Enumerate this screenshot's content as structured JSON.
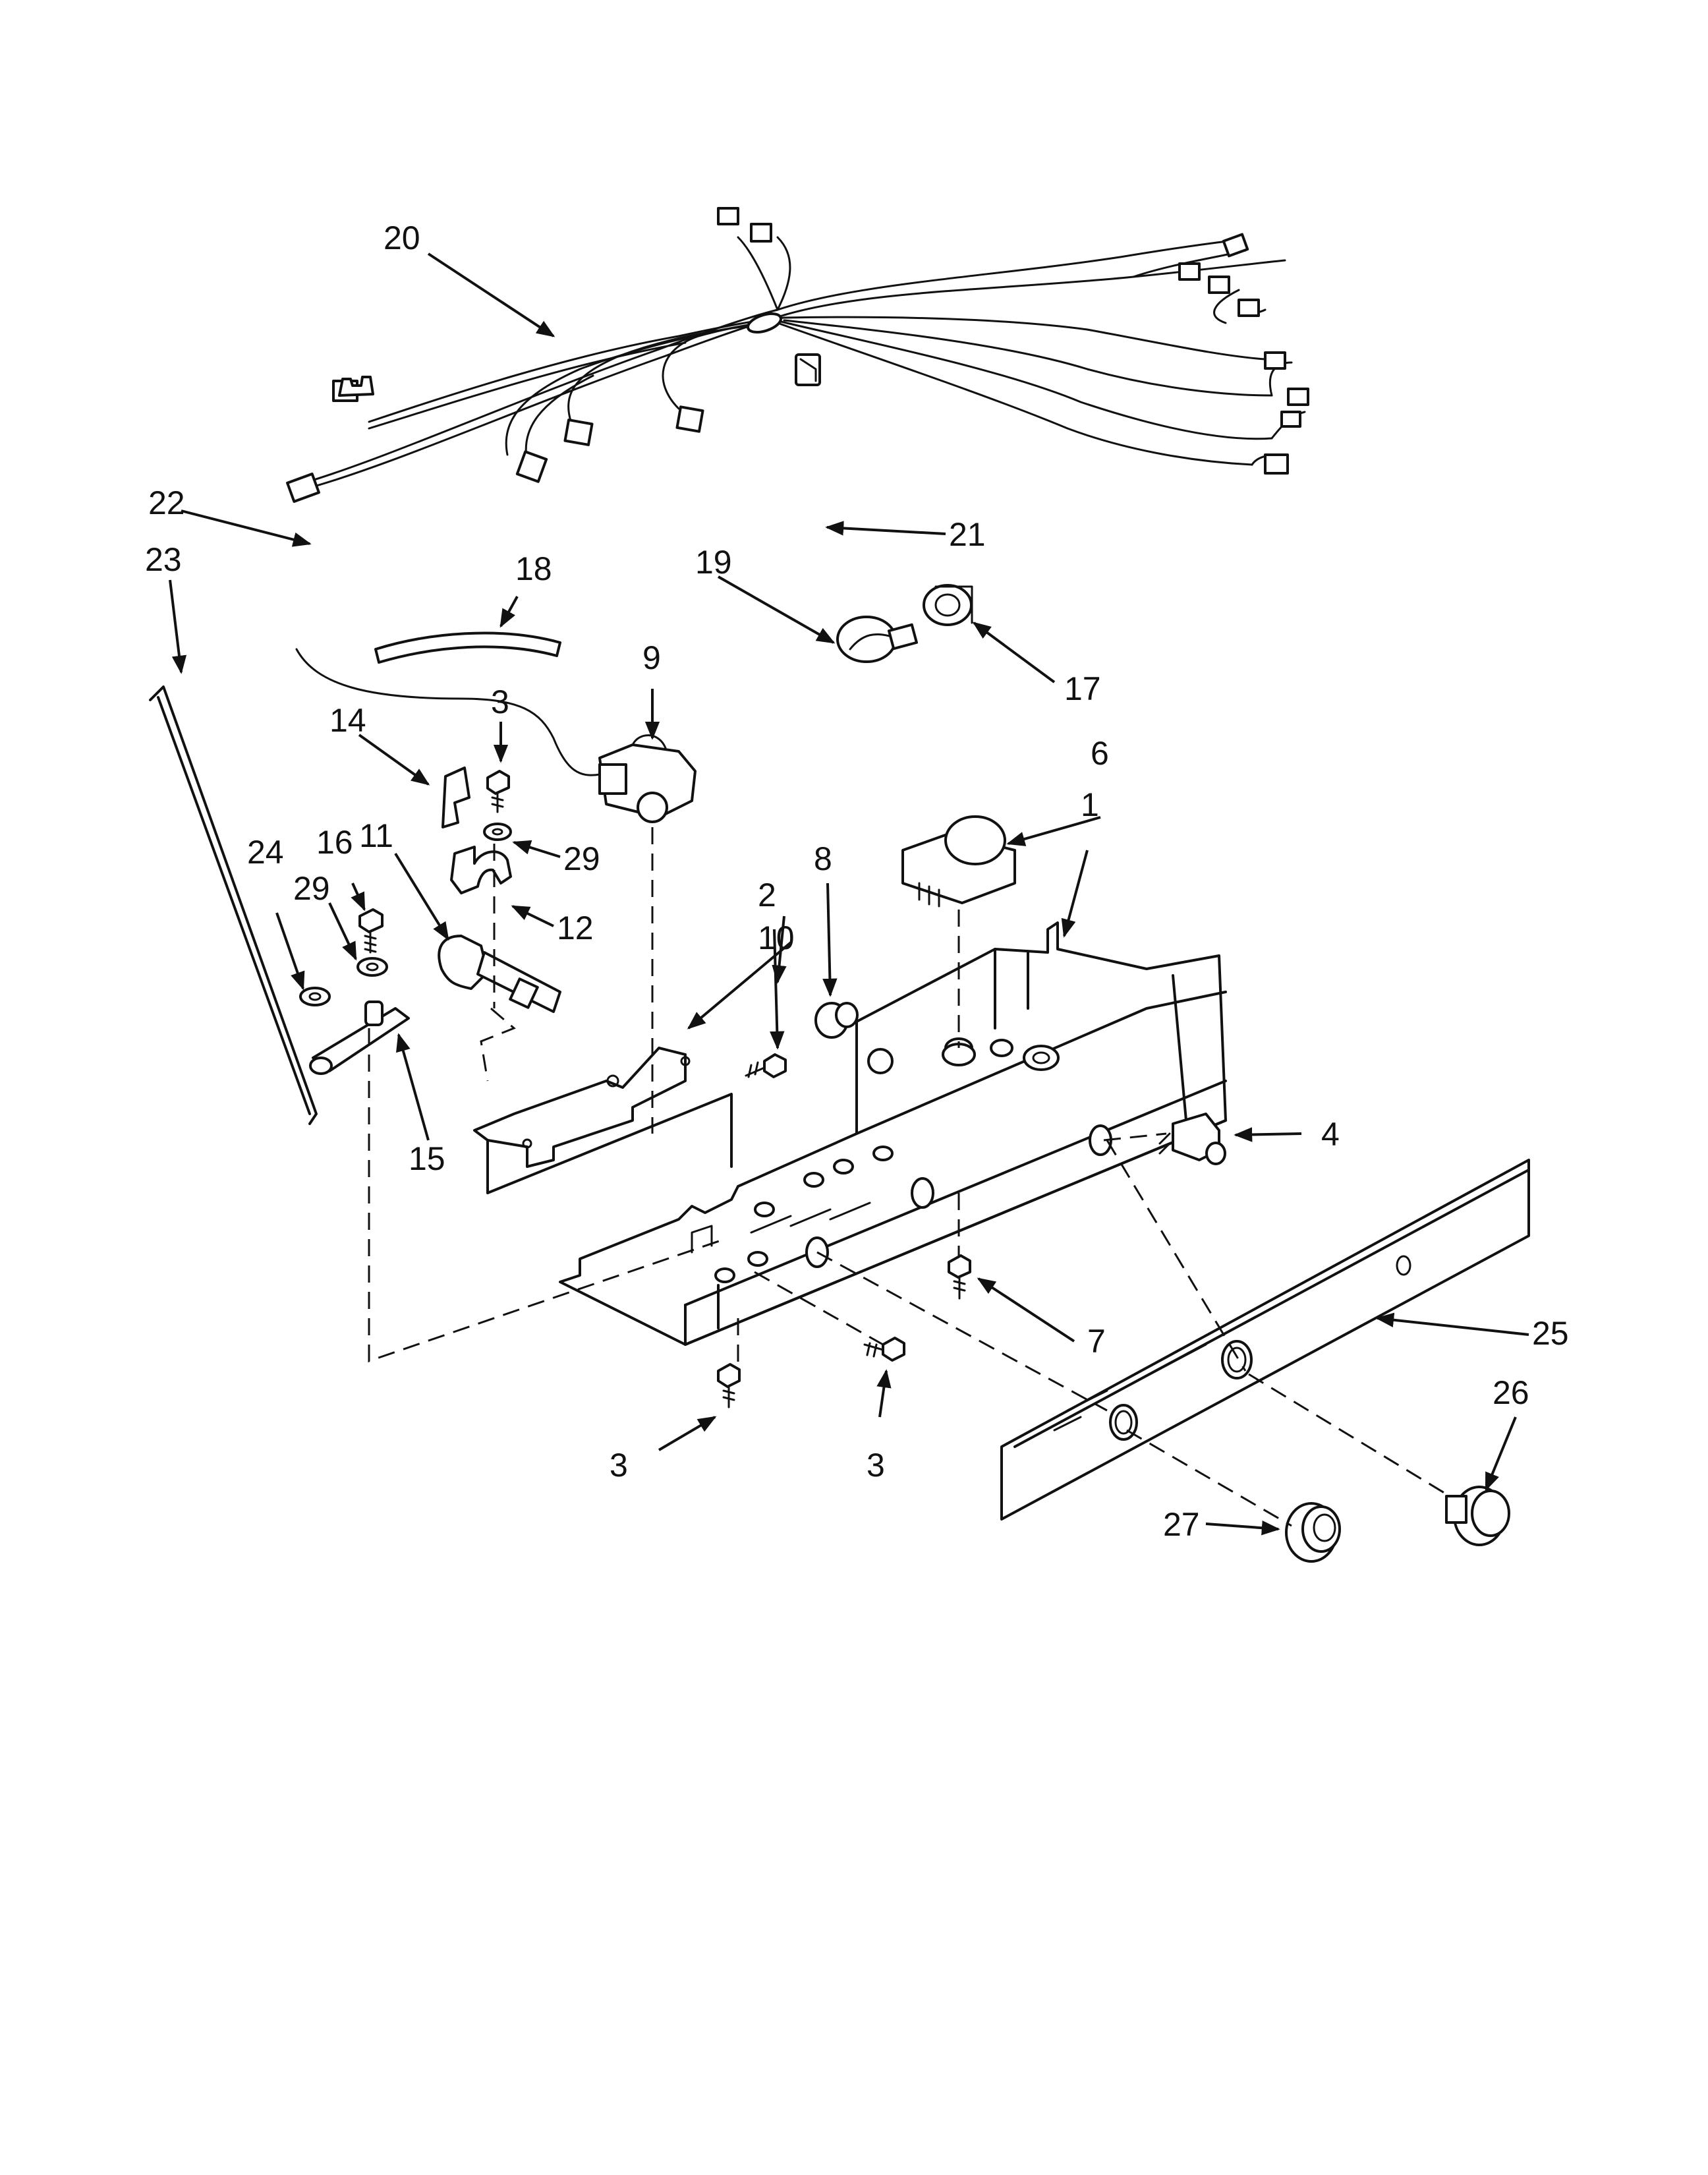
{
  "callouts": {
    "c1": "1",
    "c2": "2",
    "c3a": "3",
    "c3b": "3",
    "c3c": "3",
    "c4": "4",
    "c6": "6",
    "c7": "7",
    "c8": "8",
    "c9": "9",
    "c10": "10",
    "c11": "11",
    "c12": "12",
    "c14": "14",
    "c15": "15",
    "c16": "16",
    "c17": "17",
    "c18": "18",
    "c19": "19",
    "c20": "20",
    "c21": "21",
    "c22": "22",
    "c23": "23",
    "c24": "24",
    "c25": "25",
    "c26": "26",
    "c27": "27",
    "c29a": "29",
    "c29b": "29"
  }
}
